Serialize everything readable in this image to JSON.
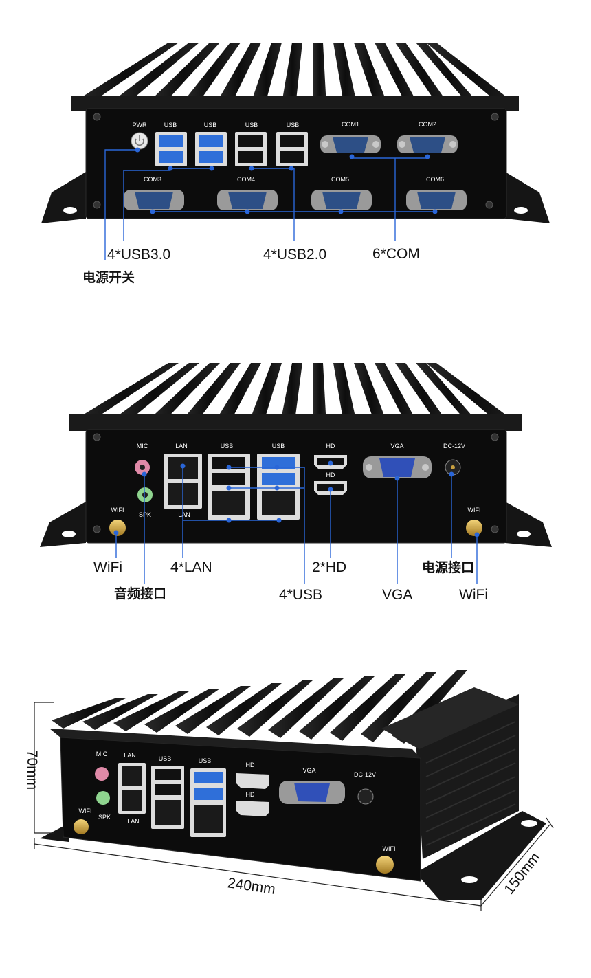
{
  "front": {
    "port_labels": {
      "pwr": "PWR",
      "usb": "USB",
      "com1": "COM1",
      "com2": "COM2",
      "com3": "COM3",
      "com4": "COM4",
      "com5": "COM5",
      "com6": "COM6"
    },
    "callouts": {
      "usb30": "4*USB3.0",
      "usb20": "4*USB2.0",
      "com": "6*COM",
      "power": "电源开关"
    }
  },
  "rear": {
    "port_labels": {
      "mic": "MIC",
      "spk": "SPK",
      "lan": "LAN",
      "usb": "USB",
      "hd": "HD",
      "vga": "VGA",
      "dc": "DC-12V",
      "wifi": "WIFI"
    },
    "callouts": {
      "wifi_left": "WiFi",
      "lan": "4*LAN",
      "hd": "2*HD",
      "dc": "电源接口",
      "wifi_right": "WiFi",
      "audio": "音频接口",
      "usb": "4*USB",
      "vga": "VGA"
    }
  },
  "iso": {
    "port_labels": {
      "mic": "MIC",
      "spk": "SPK",
      "lan": "LAN",
      "usb": "USB",
      "hd": "HD",
      "vga": "VGA",
      "dc": "DC-12V",
      "wifi": "WIFI"
    },
    "dimensions": {
      "height": "70mm",
      "width": "240mm",
      "depth": "150mm"
    }
  },
  "colors": {
    "chassis": "#141414",
    "panel": "#0c0c0c",
    "usb3_blue": "#2f6fd9",
    "leader": "#2a66d8",
    "com_blue": "#2d4f86",
    "vga_blue": "#3050b8",
    "mic_pink": "#e08aa8",
    "spk_green": "#8fd48f",
    "gold": "#c8a040"
  }
}
